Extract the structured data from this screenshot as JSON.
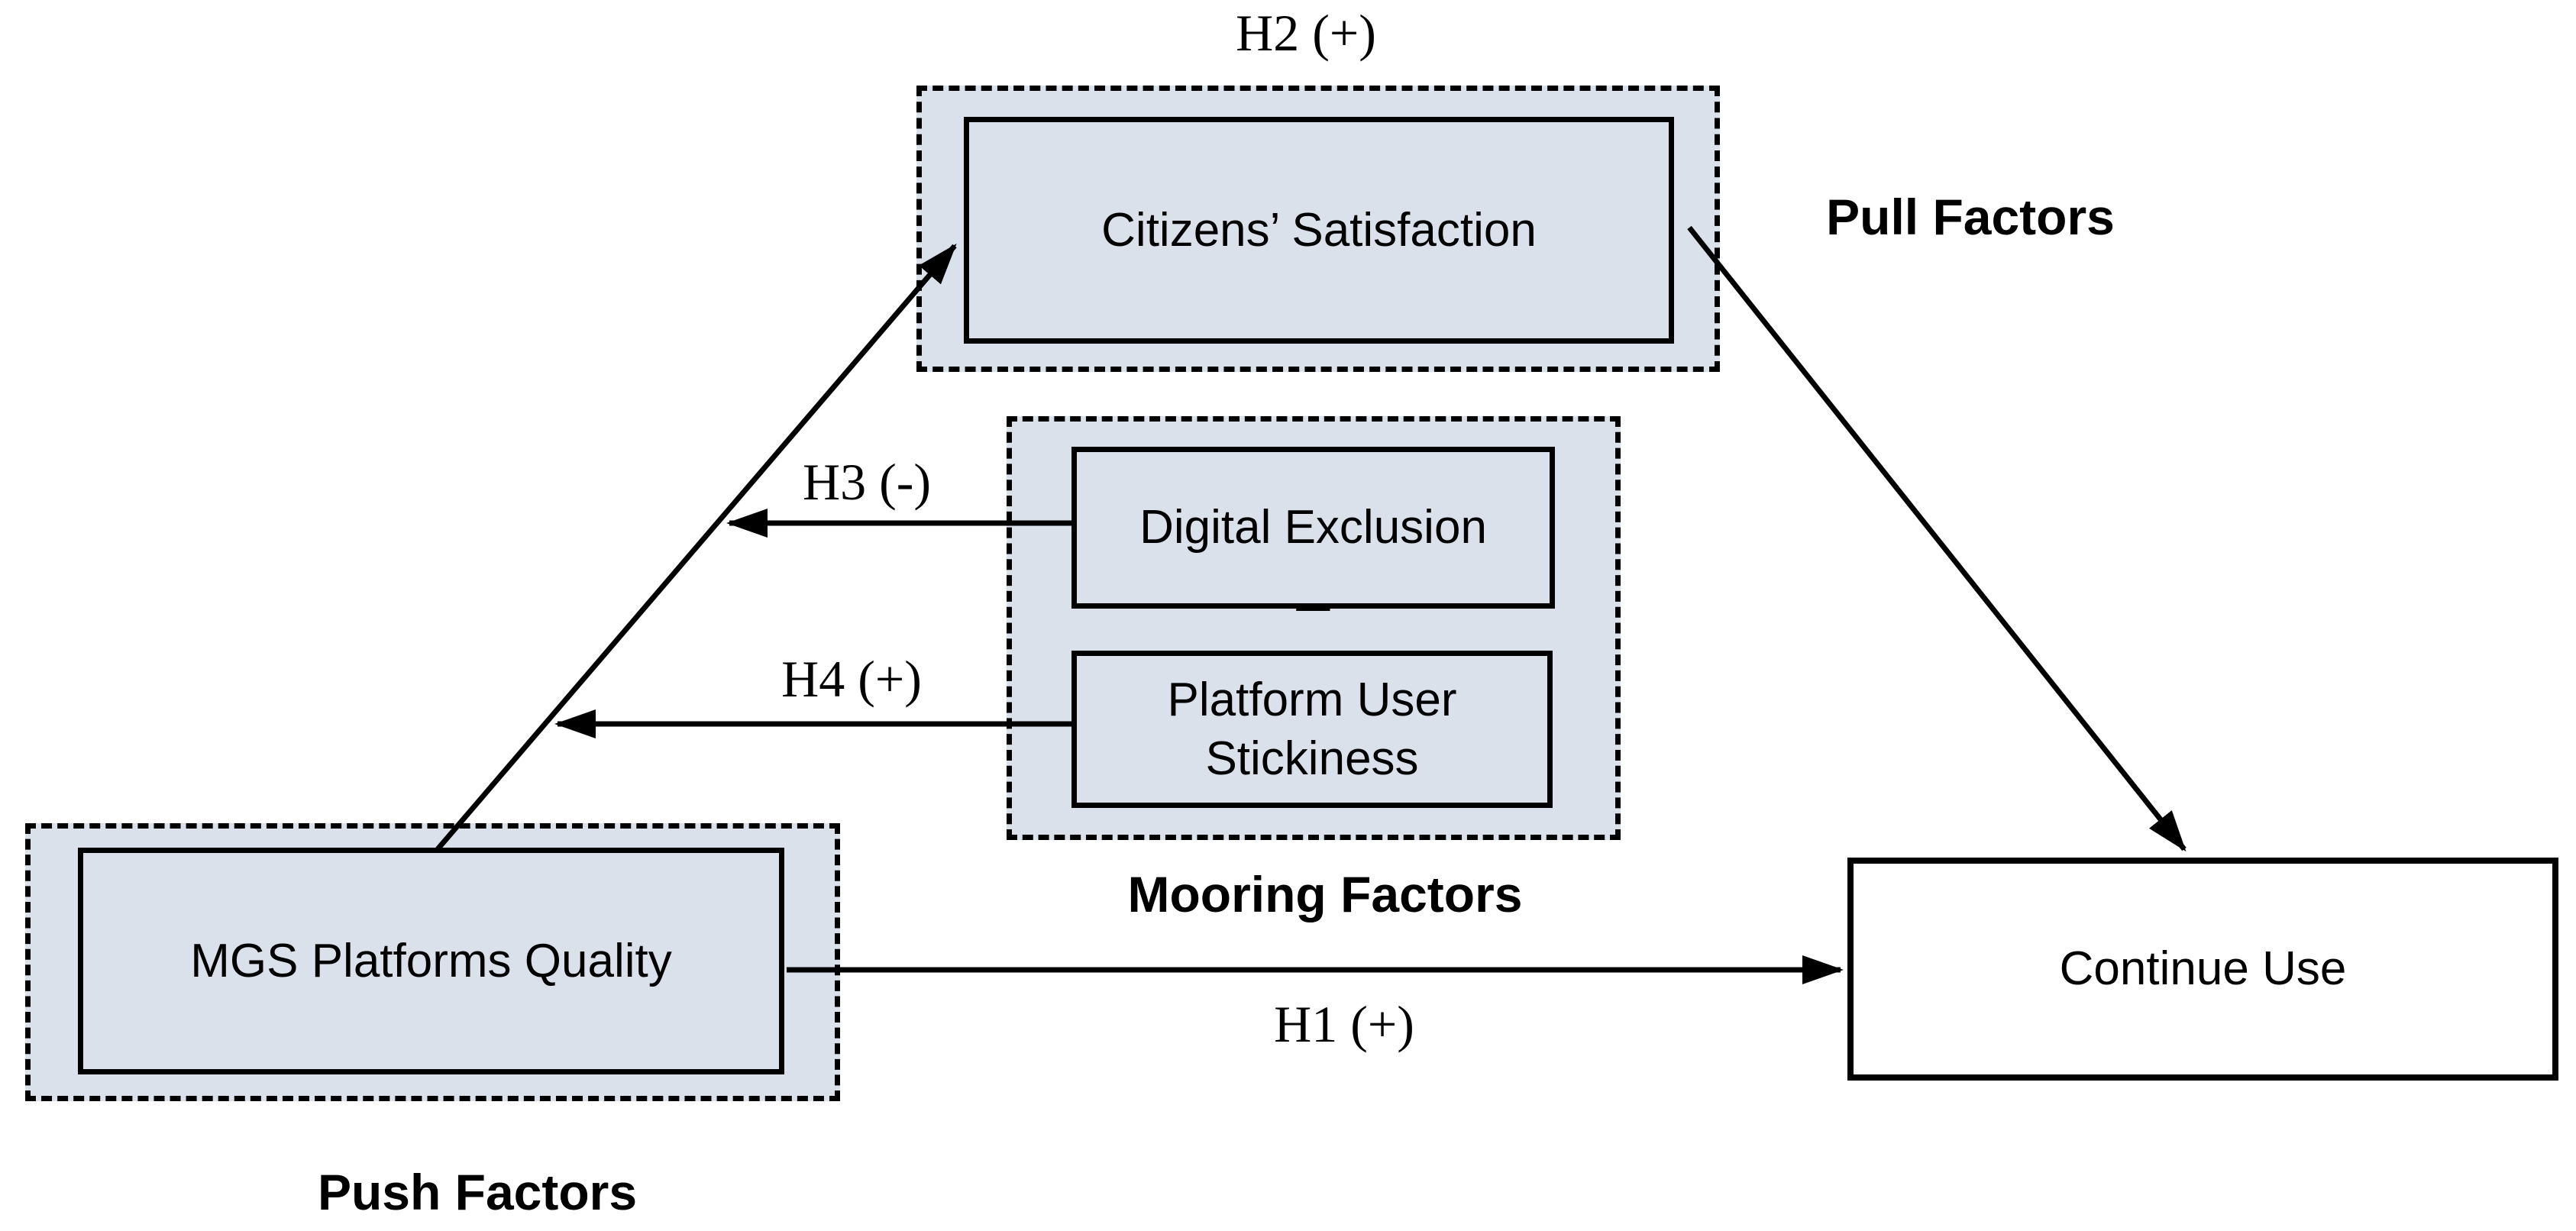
{
  "figure": {
    "hypotheses": {
      "h1": "H1 (+)",
      "h2": "H2 (+)",
      "h3": "H3 (-)",
      "h4": "H4 (+)"
    },
    "groups": {
      "pull": "Pull Factors",
      "mooring": "Mooring Factors",
      "push": "Push Factors"
    },
    "nodes": {
      "citizens_satisfaction": "Citizens’ Satisfaction",
      "digital_exclusion": "Digital Exclusion",
      "digital_exclusion_mark": "_",
      "platform_user_stickiness": "Platform User Stickiness",
      "mgs_platforms_quality": "MGS Platforms Quality",
      "continue_use": "Continue Use"
    },
    "edges": [
      {
        "from": "MGS Platforms Quality",
        "to": "Continue Use",
        "label": "H1 (+)"
      },
      {
        "from": "MGS Platforms Quality",
        "to": "Citizens’ Satisfaction",
        "label": "H2 (+)"
      },
      {
        "from": "Citizens’ Satisfaction",
        "to": "Continue Use",
        "label": ""
      },
      {
        "from": "Digital Exclusion",
        "to": "MGS Platforms Quality → Citizens’ Satisfaction path",
        "label": "H3 (-)"
      },
      {
        "from": "Platform User Stickiness",
        "to": "MGS Platforms Quality → Citizens’ Satisfaction path",
        "label": "H4 (+)"
      }
    ],
    "colors": {
      "node_fill": "#dae1ea",
      "border": "#000000",
      "background": "#ffffff"
    }
  }
}
